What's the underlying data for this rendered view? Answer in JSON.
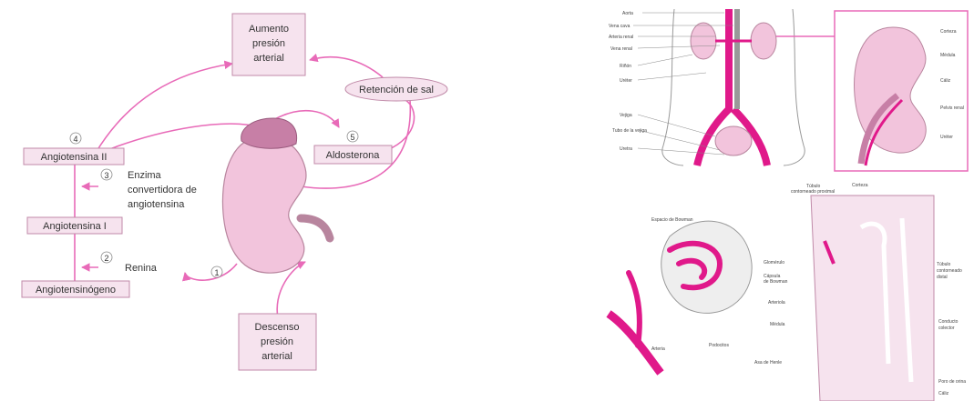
{
  "colors": {
    "accent": "#e0198a",
    "arrow": "#e86ab8",
    "box_fill": "#f6e3ee",
    "box_stroke": "#c08aa8",
    "kidney_fill": "#f2c4dc",
    "kidney_stroke": "#b8859e",
    "adrenal_fill": "#c77fa6"
  },
  "left_diagram": {
    "aumento": [
      "Aumento",
      "presión",
      "arterial"
    ],
    "retencion": "Retención de sal",
    "aldosterona": "Aldosterona",
    "angiotensina_ii": "Angiotensina II",
    "enzima": [
      "Enzima",
      "convertidora de",
      "angiotensina"
    ],
    "angiotensina_i": "Angiotensina I",
    "renina": "Renina",
    "angiotensinogeno": "Angiotensinógeno",
    "descenso": [
      "Descenso",
      "presión",
      "arterial"
    ],
    "steps": [
      "1",
      "2",
      "3",
      "4",
      "5"
    ]
  },
  "urinary_diagram": {
    "left_labels": [
      "Aorta",
      "Vena cava",
      "Arteria renal",
      "Vena renal",
      "Riñón",
      "Uréter",
      "Vejiga",
      "Tubo de la vejiga",
      "Uretra"
    ],
    "right_labels": [
      "Corteza",
      "Médula",
      "Cáliz",
      "Pelvis renal",
      "Uréter"
    ]
  },
  "nephron_diagram": {
    "bowman_space": "Espacio de Bowman",
    "proximal": [
      "Túbulo",
      "contorneado proximal"
    ],
    "corteza": "Corteza",
    "glomerulo": "Glomérulo",
    "capsula": [
      "Cápsula",
      "de Bowman"
    ],
    "distal": [
      "Túbulo",
      "contorneado",
      "distal"
    ],
    "arteriola": "Arteriola",
    "medula": "Médula",
    "colector": [
      "Conducto",
      "colector"
    ],
    "podocitos": "Podocitos",
    "arteria": "Arteria",
    "asa": "Asa de Henle",
    "poro": "Poro de orina",
    "caliz": "Cáliz"
  }
}
